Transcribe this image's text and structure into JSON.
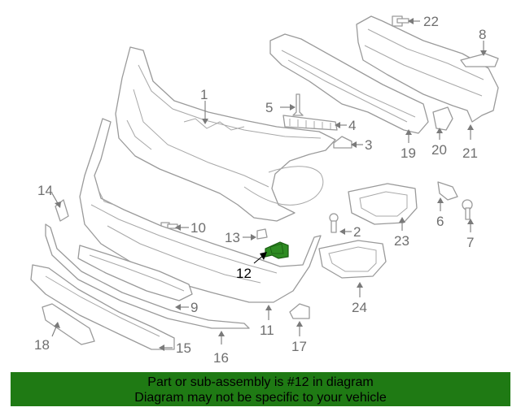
{
  "diagram": {
    "highlight_color": "#2e8b22",
    "line_color": "#9a9a9a",
    "callouts": [
      "1",
      "2",
      "3",
      "4",
      "5",
      "6",
      "7",
      "8",
      "9",
      "10",
      "11",
      "12",
      "13",
      "14",
      "15",
      "16",
      "17",
      "18",
      "19",
      "20",
      "21",
      "22",
      "23",
      "24"
    ],
    "highlighted": "12"
  },
  "banner": {
    "background": "#1f7a14",
    "line1": "Part or sub-assembly is #12 in diagram",
    "line2": "Diagram may not be specific to your vehicle"
  }
}
